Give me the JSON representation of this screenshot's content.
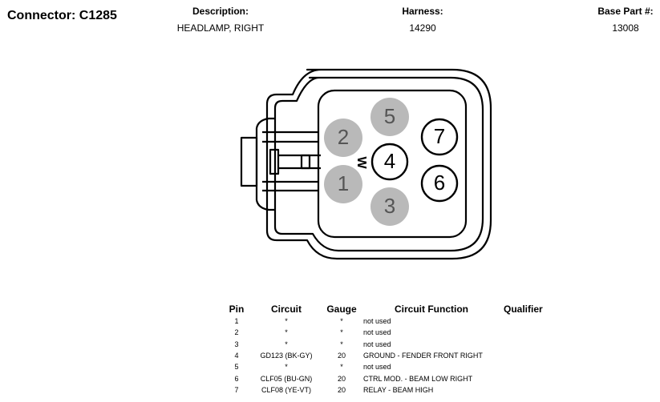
{
  "header": {
    "connector_title": "Connector: C1285",
    "description_label": "Description:",
    "description_value": "HEADLAMP, RIGHT",
    "harness_label": "Harness:",
    "harness_value": "14290",
    "base_part_label": "Base Part #:",
    "base_part_value": "13008"
  },
  "diagram": {
    "key_label": "W",
    "pins": [
      {
        "label": "5",
        "used": false
      },
      {
        "label": "2",
        "used": false
      },
      {
        "label": "7",
        "used": true
      },
      {
        "label": "4",
        "used": true
      },
      {
        "label": "1",
        "used": false
      },
      {
        "label": "6",
        "used": true
      },
      {
        "label": "3",
        "used": false
      }
    ],
    "colors": {
      "unused_fill": "#b9b9b9",
      "used_fill": "#ffffff",
      "outline": "#000000"
    }
  },
  "table": {
    "headers": [
      "Pin",
      "Circuit",
      "Gauge",
      "Circuit Function",
      "Qualifier"
    ],
    "rows": [
      [
        "1",
        "*",
        "*",
        "not used",
        ""
      ],
      [
        "2",
        "*",
        "*",
        "not used",
        ""
      ],
      [
        "3",
        "*",
        "*",
        "not used",
        ""
      ],
      [
        "4",
        "GD123 (BK-GY)",
        "20",
        "GROUND - FENDER FRONT RIGHT",
        ""
      ],
      [
        "5",
        "*",
        "*",
        "not used",
        ""
      ],
      [
        "6",
        "CLF05 (BU-GN)",
        "20",
        "CTRL MOD. - BEAM LOW RIGHT",
        ""
      ],
      [
        "7",
        "CLF08 (YE-VT)",
        "20",
        "RELAY - BEAM HIGH",
        ""
      ]
    ]
  }
}
